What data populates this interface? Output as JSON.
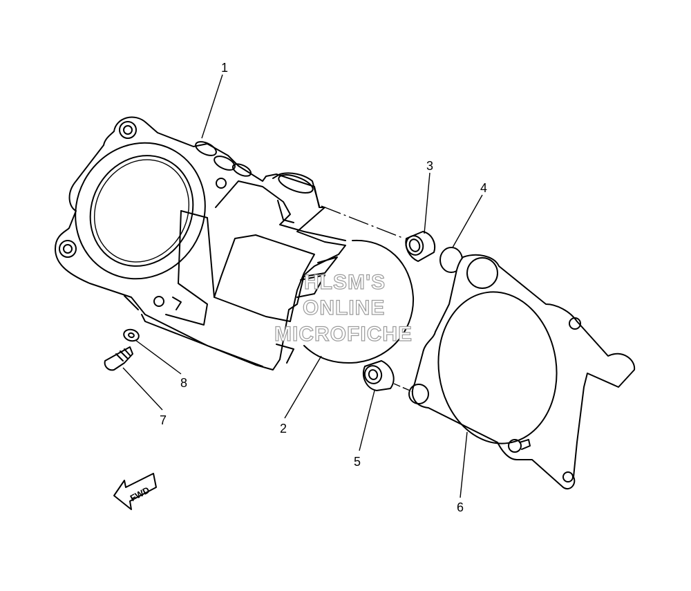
{
  "callouts": [
    {
      "id": "1",
      "text": "1"
    },
    {
      "id": "2",
      "text": "2"
    },
    {
      "id": "3",
      "text": "3"
    },
    {
      "id": "4",
      "text": "4"
    },
    {
      "id": "5",
      "text": "5"
    },
    {
      "id": "6",
      "text": "6"
    },
    {
      "id": "7",
      "text": "7"
    },
    {
      "id": "8",
      "text": "8"
    }
  ],
  "watermark": {
    "line1": "HLSM'S",
    "line2": "ONLINE",
    "line3": "MICROFICHE"
  },
  "fwd_label": "FWD"
}
